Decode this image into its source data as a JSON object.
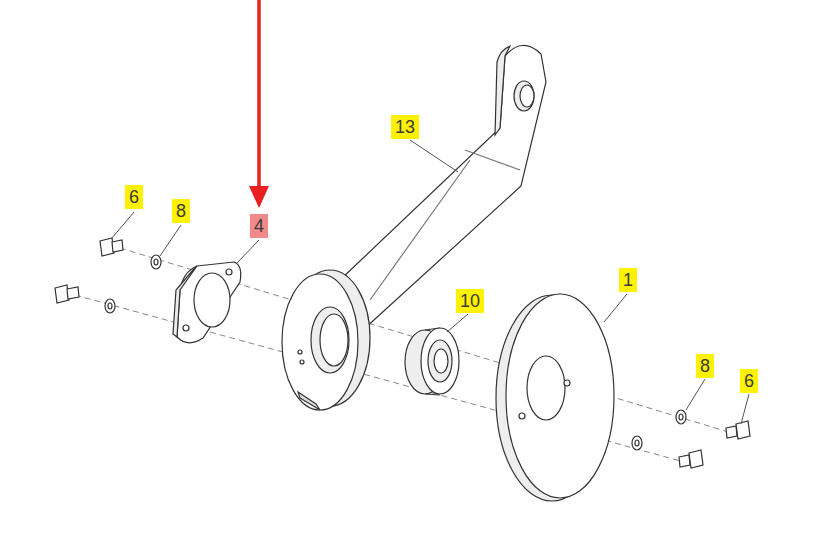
{
  "diagram": {
    "labels": [
      "6",
      "8",
      "4",
      "13",
      "10",
      "1",
      "8",
      "6"
    ]
  }
}
